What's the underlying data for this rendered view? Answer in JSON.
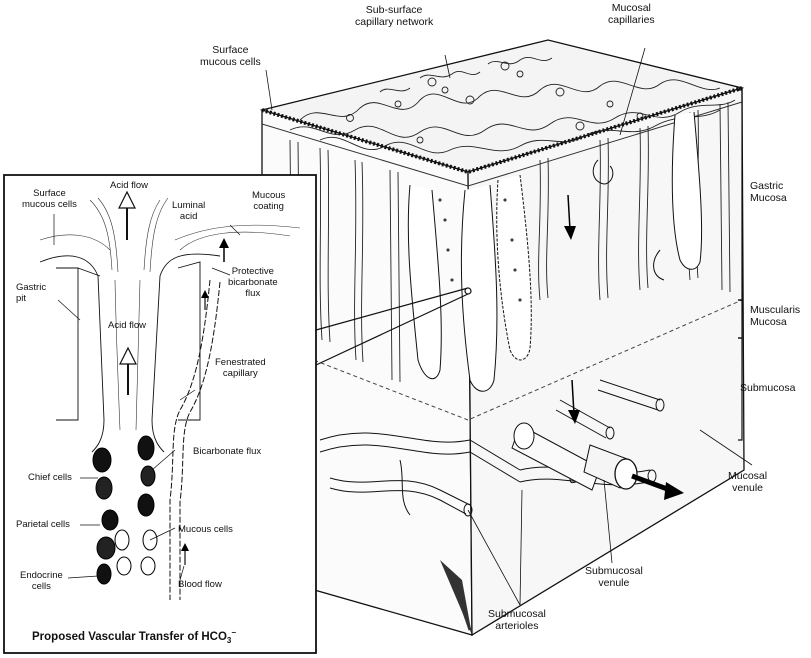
{
  "labels": {
    "subsurface": [
      "Sub-surface",
      "capillary network"
    ],
    "mucosal_capillaries": [
      "Mucosal",
      "capillaries"
    ],
    "surface_mucous_cells_top": [
      "Surface",
      "mucous cells"
    ],
    "gastric_mucosa": [
      "Gastric",
      "Mucosa"
    ],
    "muscularis_mucosa": [
      "Muscularis",
      "Mucosa"
    ],
    "submucosa": "Submucosa",
    "mucosal_venule": [
      "Mucosal",
      "venule"
    ],
    "submucosal_venule": [
      "Submucosal",
      "venule"
    ],
    "submucosal_arterioles": [
      "Submucosal",
      "arterioles"
    ]
  },
  "inset": {
    "surface_mucous_cells": [
      "Surface",
      "mucous cells"
    ],
    "acid_flow_top": "Acid flow",
    "luminal_acid": [
      "Luminal",
      "acid"
    ],
    "mucous_coating": [
      "Mucous",
      "coating"
    ],
    "gastric_pit": [
      "Gastric",
      "pit"
    ],
    "protective_flux": [
      "Protective",
      "bicarbonate",
      "flux"
    ],
    "acid_flow_mid": "Acid flow",
    "fenestrated": [
      "Fenestrated",
      "capillary"
    ],
    "bicarbonate_flux": "Bicarbonate flux",
    "chief_cells": "Chief cells",
    "parietal_cells": "Parietal cells",
    "mucous_cells": "Mucous cells",
    "endocrine_cells": [
      "Endocrine",
      "cells"
    ],
    "blood_flow": "Blood flow",
    "caption_prefix": "Proposed Vascular Transfer of HCO",
    "caption_sub": "3",
    "caption_sup": "−"
  }
}
